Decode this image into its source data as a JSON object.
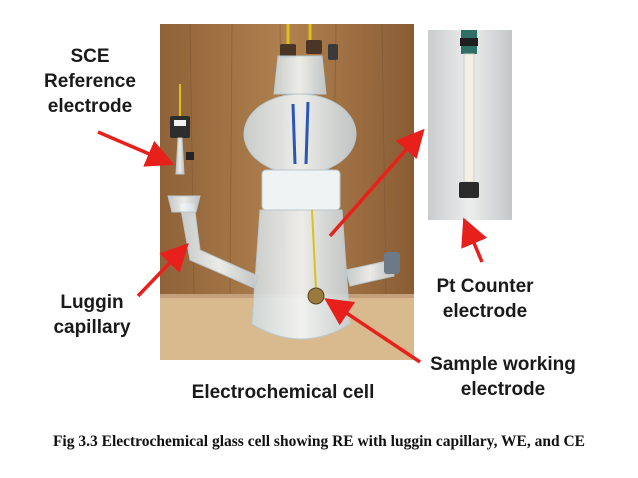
{
  "labels": {
    "sce": [
      "SCE",
      "Reference",
      "electrode"
    ],
    "luggin": [
      "Luggin",
      "capillary"
    ],
    "counter": [
      "Pt Counter",
      "electrode"
    ],
    "working": [
      "Sample working",
      "electrode"
    ],
    "cell": "Electrochemical cell"
  },
  "caption": "Fig 3.3  Electrochemical glass cell showing RE with luggin capillary, WE, and CE",
  "colors": {
    "arrow": "#e8201c",
    "wood": "#a8794a",
    "glass": "#e6eef2"
  }
}
